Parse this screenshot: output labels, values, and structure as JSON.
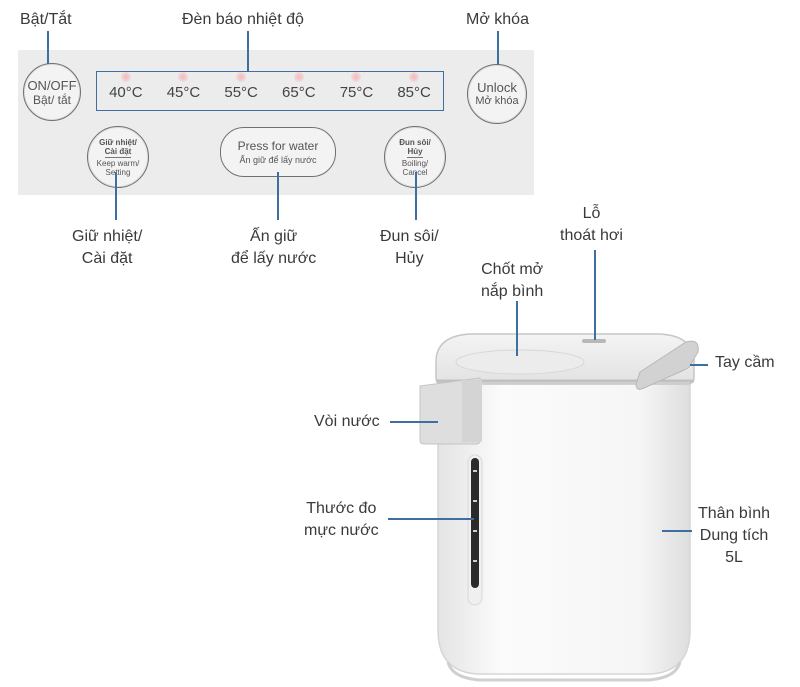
{
  "labels": {
    "power": "Bật/Tắt",
    "temp_indicator": "Đèn báo nhiệt độ",
    "unlock": "Mở khóa",
    "keep_warm": [
      "Giữ nhiệt/",
      "Cài đặt"
    ],
    "press_water": [
      "Ấn giữ",
      "để lấy nước"
    ],
    "boil": [
      "Đun sôi/",
      "Hủy"
    ],
    "steam_hole": [
      "Lỗ",
      "thoát hơi"
    ],
    "lid_latch": [
      "Chốt mở",
      "nắp bình"
    ],
    "handle": "Tay cầm",
    "spout": "Vòi nước",
    "water_gauge": [
      "Thước đo",
      "mực nước"
    ],
    "body": [
      "Thân bình",
      "Dung tích",
      "5L"
    ]
  },
  "panel": {
    "power_button": [
      "ON/OFF",
      "Bật/ tắt"
    ],
    "unlock_button": [
      "Unlock",
      "Mở khóa"
    ],
    "keep_warm_button": [
      "Giữ nhiệt/",
      "Cài đặt",
      "Keep warm/",
      "Setting"
    ],
    "boil_button": [
      "Đun sôi/",
      "Hủy",
      "Boiling/",
      "Cancel"
    ],
    "water_button": [
      "Press for water",
      "Ấn giữ để lấy nước"
    ],
    "temperatures": [
      "40°C",
      "45°C",
      "55°C",
      "65°C",
      "75°C",
      "85°C"
    ]
  },
  "colors": {
    "leader_line": "#3f6fa0",
    "panel_bg": "#ececec",
    "body_white": "#f7f7f7",
    "trim_gray": "#c8c8c8"
  }
}
